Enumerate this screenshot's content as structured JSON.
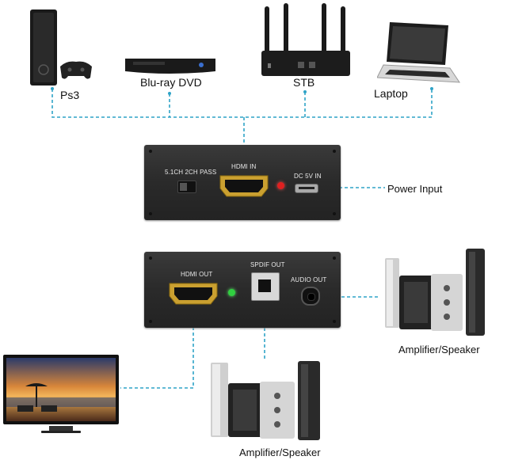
{
  "devices": {
    "ps3": "Ps3",
    "bluray": "Blu-ray DVD",
    "stb": "STB",
    "laptop": "Laptop"
  },
  "front_panel": {
    "switch_label": "5.1CH 2CH PASS",
    "hdmi_in_label": "HDMI IN",
    "dc_label": "DC 5V IN"
  },
  "power_input": "Power Input",
  "back_panel": {
    "hdmi_out_label": "HDMI OUT",
    "spdif_label": "SPDIF OUT",
    "audio_label": "AUDIO OUT"
  },
  "outputs": {
    "speaker_right": "Amplifier/Speaker",
    "speaker_bottom": "Amplifier/Speaker"
  },
  "colors": {
    "connector_line": "#2fa3c7",
    "panel": "#2b2b2b",
    "led_red": "#e02020",
    "led_green": "#30d040"
  }
}
